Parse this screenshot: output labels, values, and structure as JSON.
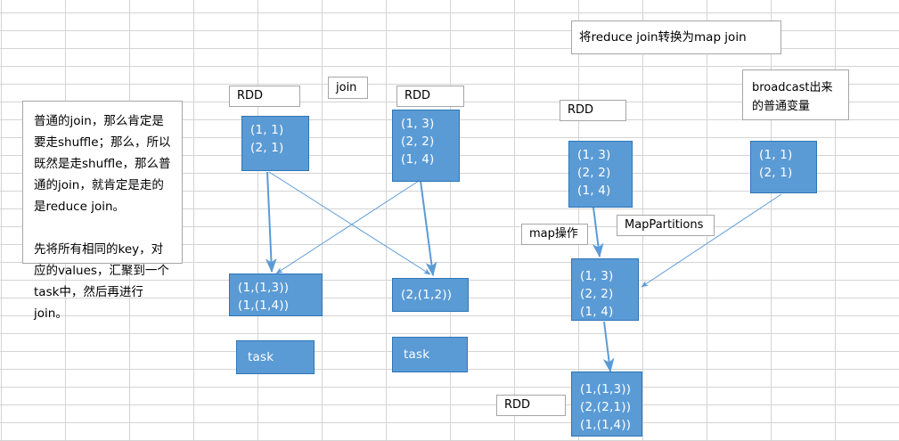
{
  "diagram": {
    "title_note": "将reduce join转换为map join",
    "explanation_note": "普通的join，那么肯定是要走shuffle；那么，所以既然是走shuffle，那么普通的join，就肯定是走的是reduce join。\n\n先将所有相同的key，对应的values，汇聚到一个task中，然后再进行join。",
    "broadcast_note": "broadcast出来\n的普通变量"
  },
  "labels": {
    "rdd_left": "RDD",
    "join": "join",
    "rdd_right": "RDD",
    "rdd_map_source": "RDD",
    "map_operation": "map操作",
    "map_partitions": "MapPartitions",
    "rdd_result": "RDD"
  },
  "reduce_join": {
    "left_rdd": "(1, 1)\n(2, 1)",
    "right_rdd": "(1, 3)\n(2, 2)\n(1, 4)",
    "result_left": "(1,(1,3))\n(1,(1,4))",
    "result_right": "(2,(1,2))",
    "task_left": "task",
    "task_right": "task"
  },
  "map_join": {
    "source_rdd": "(1, 3)\n(2, 2)\n(1, 4)",
    "broadcast_var": "(1, 1)\n(2, 1)",
    "mapped_rdd": "(1, 3)\n(2, 2)\n(1, 4)",
    "result_rdd": "(1,(1,3))\n(2,(2,1))\n(1,(1,4))"
  },
  "colors": {
    "box_fill": "#5b9bd5",
    "box_border": "#2e75b6",
    "arrow": "#5b9bd5",
    "grid_line": "#d4d4d4"
  }
}
